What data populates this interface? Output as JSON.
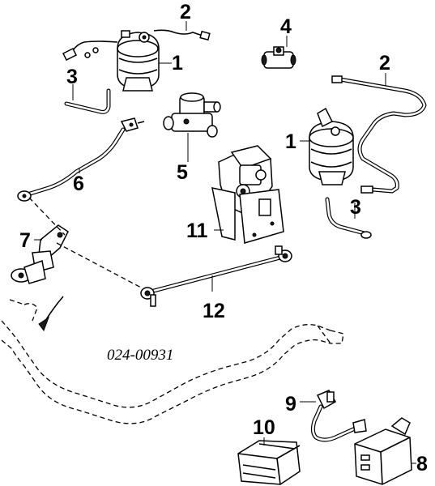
{
  "diagram": {
    "part_number": "024-00931",
    "callouts": [
      {
        "id": "c1a",
        "label": "1"
      },
      {
        "id": "c1b",
        "label": "1"
      },
      {
        "id": "c2a",
        "label": "2"
      },
      {
        "id": "c2b",
        "label": "2"
      },
      {
        "id": "c3a",
        "label": "3"
      },
      {
        "id": "c3b",
        "label": "3"
      },
      {
        "id": "c4",
        "label": "4"
      },
      {
        "id": "c5",
        "label": "5"
      },
      {
        "id": "c6",
        "label": "6"
      },
      {
        "id": "c7",
        "label": "7"
      },
      {
        "id": "c8",
        "label": "8"
      },
      {
        "id": "c9",
        "label": "9"
      },
      {
        "id": "c10",
        "label": "10"
      },
      {
        "id": "c11",
        "label": "11"
      },
      {
        "id": "c12",
        "label": "12"
      }
    ]
  }
}
